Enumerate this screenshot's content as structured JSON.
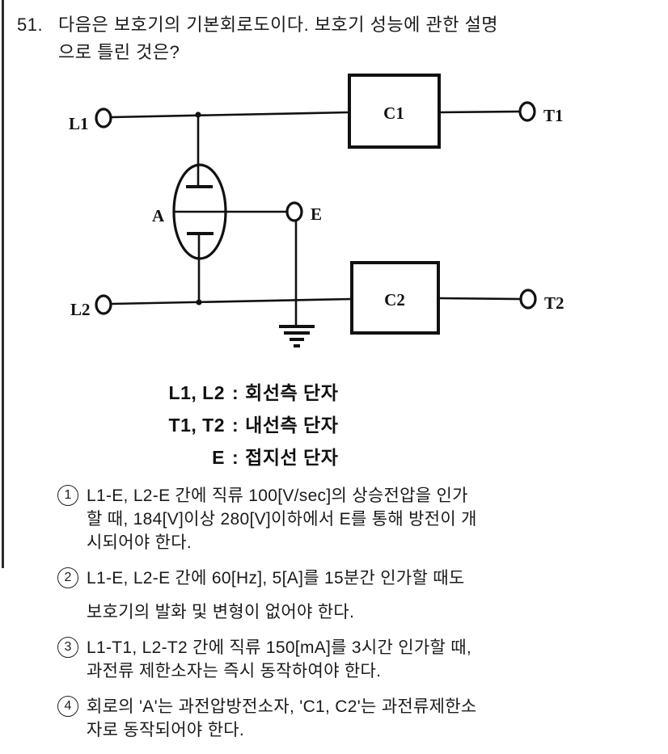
{
  "question": {
    "number": "51.",
    "lines": [
      "다음은 보호기의 기본회로도이다. 보호기 성능에 관한 설명",
      "으로 틀린 것은?"
    ]
  },
  "circuit": {
    "labels": {
      "l1": "L1",
      "l2": "L2",
      "t1": "T1",
      "t2": "T2",
      "e": "E",
      "a": "A",
      "c1": "C1",
      "c2": "C2"
    },
    "icons": [
      "terminal-circle-icon",
      "discharge-tube-icon",
      "earth-ground-icon"
    ]
  },
  "legend": {
    "rows": [
      {
        "term": "L1, L2",
        "sep": ":",
        "desc": "회선측 단자"
      },
      {
        "term": "T1, T2",
        "sep": ":",
        "desc": "내선측 단자"
      },
      {
        "term": "E",
        "sep": ":",
        "desc": "접지선 단자"
      }
    ]
  },
  "options": [
    {
      "num": "1",
      "lines": [
        "L1-E, L2-E 간에 직류 100[V/sec]의 상승전압을 인가",
        "할 때, 184[V]이상 280[V]이하에서 E를 통해 방전이 개",
        "시되어야 한다."
      ]
    },
    {
      "num": "2",
      "lines": [
        "L1-E, L2-E 간에 60[Hz], 5[A]를 15분간 인가할 때도",
        "보호기의 발화 및 변형이 없어야 한다."
      ]
    },
    {
      "num": "3",
      "lines": [
        "L1-T1, L2-T2 간에 직류 150[mA]를 3시간 인가할 때,",
        "과전류 제한소자는 즉시 동작하여야 한다."
      ]
    },
    {
      "num": "4",
      "lines": [
        "회로의 'A'는 과전압방전소자, 'C1, C2'는 과전류제한소",
        "자로 동작되어야 한다."
      ]
    }
  ]
}
